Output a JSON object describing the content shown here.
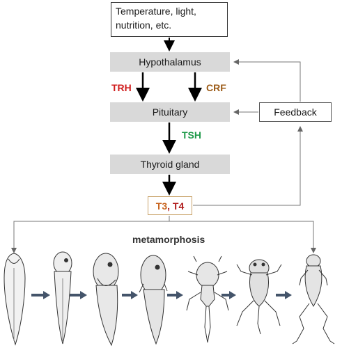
{
  "diagram": {
    "environment": {
      "line1": "Temperature, light,",
      "line2": "nutrition, etc."
    },
    "hypothalamus": "Hypothalamus",
    "pituitary": "Pituitary",
    "thyroid": "Thyroid gland",
    "hormones": {
      "t3": "T3",
      "sep": ", ",
      "t4": "T4"
    },
    "feedback": "Feedback",
    "labels": {
      "trh": "TRH",
      "crf": "CRF",
      "tsh": "TSH"
    },
    "metamorphosis": "metamorphosis",
    "stages": [
      "stage-1-tadpole",
      "stage-2-tadpole",
      "stage-3-tadpole-hindlimbs",
      "stage-4-tadpole-legs",
      "stage-5-froglet",
      "stage-6-froglet-tail",
      "stage-7-frog"
    ]
  },
  "colors": {
    "trh": "#d01c1c",
    "crf": "#9b5a16",
    "tsh": "#1f9a4a",
    "t3": "#c8641e",
    "t4": "#b01c1c",
    "arrow": "#44546a"
  }
}
